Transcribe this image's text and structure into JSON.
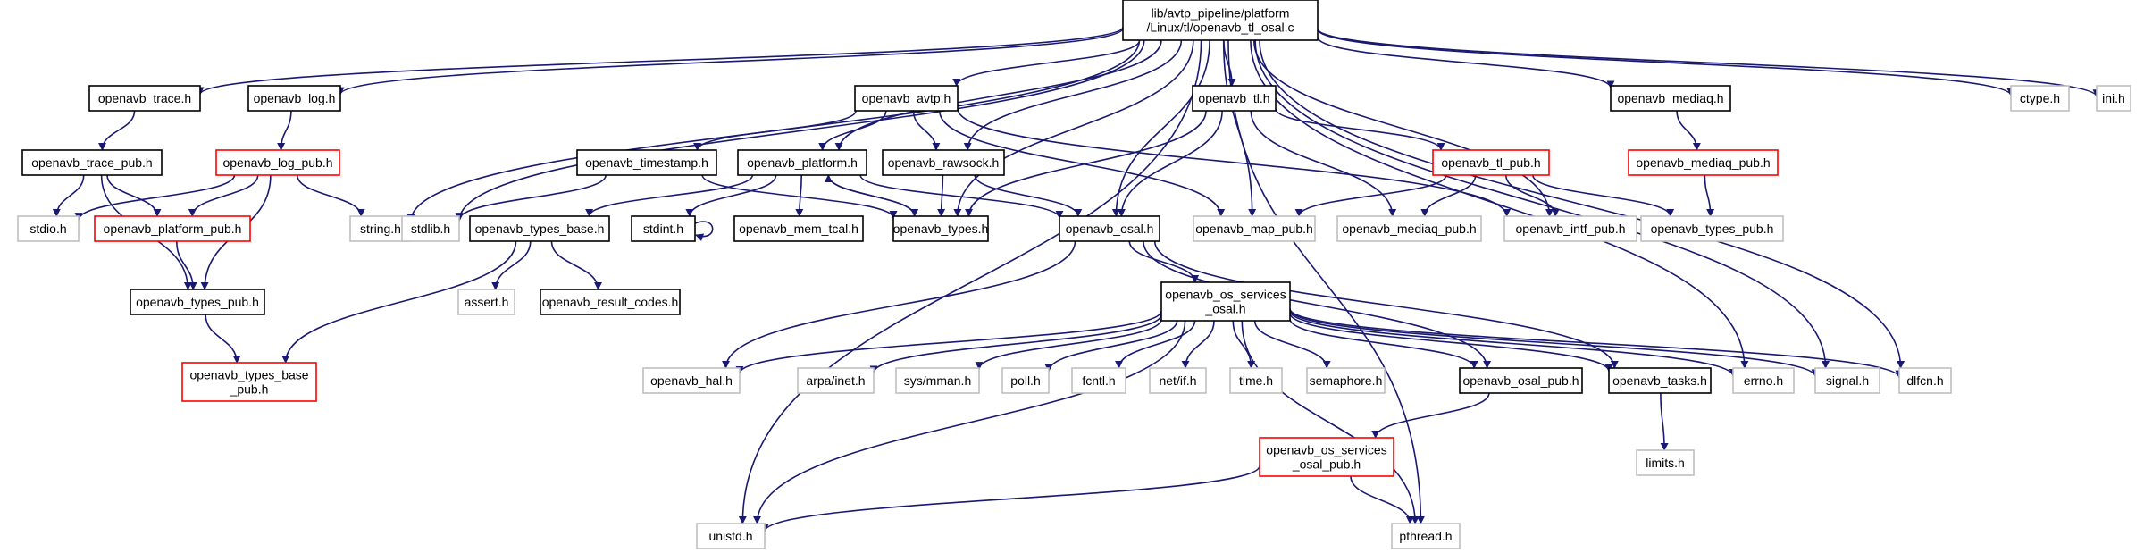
{
  "colors": {
    "edge": "#191970",
    "border_plain": "#000000",
    "border_truncated": "#ff0000",
    "border_external": "#bfbfbf",
    "root_fill": "#bfbfbf",
    "text": "#000000"
  },
  "nodes": [
    {
      "id": "root",
      "lines": [
        "lib/avtp_pipeline/platform",
        "/Linux/tl/openavb_tl_osal.c"
      ],
      "style": "root"
    },
    {
      "id": "trace",
      "lines": [
        "openavb_trace.h"
      ],
      "style": "plain"
    },
    {
      "id": "log",
      "lines": [
        "openavb_log.h"
      ],
      "style": "plain"
    },
    {
      "id": "avtp",
      "lines": [
        "openavb_avtp.h"
      ],
      "style": "plain"
    },
    {
      "id": "tl",
      "lines": [
        "openavb_tl.h"
      ],
      "style": "plain"
    },
    {
      "id": "mediaq",
      "lines": [
        "openavb_mediaq.h"
      ],
      "style": "plain"
    },
    {
      "id": "ctype",
      "lines": [
        "ctype.h"
      ],
      "style": "external"
    },
    {
      "id": "ini",
      "lines": [
        "ini.h"
      ],
      "style": "external"
    },
    {
      "id": "trace_pub",
      "lines": [
        "openavb_trace_pub.h"
      ],
      "style": "plain"
    },
    {
      "id": "log_pub",
      "lines": [
        "openavb_log_pub.h"
      ],
      "style": "truncated"
    },
    {
      "id": "timestamp",
      "lines": [
        "openavb_timestamp.h"
      ],
      "style": "plain"
    },
    {
      "id": "platform",
      "lines": [
        "openavb_platform.h"
      ],
      "style": "plain"
    },
    {
      "id": "rawsock",
      "lines": [
        "openavb_rawsock.h"
      ],
      "style": "plain"
    },
    {
      "id": "tl_pub",
      "lines": [
        "openavb_tl_pub.h"
      ],
      "style": "truncated"
    },
    {
      "id": "mediaq_pub",
      "lines": [
        "openavb_mediaq_pub.h"
      ],
      "style": "truncated"
    },
    {
      "id": "stdio",
      "lines": [
        "stdio.h"
      ],
      "style": "external"
    },
    {
      "id": "platform_pub",
      "lines": [
        "openavb_platform_pub.h"
      ],
      "style": "truncated"
    },
    {
      "id": "string",
      "lines": [
        "string.h"
      ],
      "style": "external"
    },
    {
      "id": "stdlib",
      "lines": [
        "stdlib.h"
      ],
      "style": "external"
    },
    {
      "id": "types_base",
      "lines": [
        "openavb_types_base.h"
      ],
      "style": "plain"
    },
    {
      "id": "stdint",
      "lines": [
        "stdint.h"
      ],
      "style": "plain"
    },
    {
      "id": "mem_tcal",
      "lines": [
        "openavb_mem_tcal.h"
      ],
      "style": "plain"
    },
    {
      "id": "types",
      "lines": [
        "openavb_types.h"
      ],
      "style": "plain"
    },
    {
      "id": "osal",
      "lines": [
        "openavb_osal.h"
      ],
      "style": "plain"
    },
    {
      "id": "map_pub",
      "lines": [
        "openavb_map_pub.h"
      ],
      "style": "external"
    },
    {
      "id": "mediaq_pub2",
      "lines": [
        "openavb_mediaq_pub.h"
      ],
      "style": "external"
    },
    {
      "id": "intf_pub",
      "lines": [
        "openavb_intf_pub.h"
      ],
      "style": "external"
    },
    {
      "id": "types_pub2",
      "lines": [
        "openavb_types_pub.h"
      ],
      "style": "external"
    },
    {
      "id": "types_pub",
      "lines": [
        "openavb_types_pub.h"
      ],
      "style": "plain"
    },
    {
      "id": "assert",
      "lines": [
        "assert.h"
      ],
      "style": "external"
    },
    {
      "id": "result_codes",
      "lines": [
        "openavb_result_codes.h"
      ],
      "style": "plain"
    },
    {
      "id": "os_services",
      "lines": [
        "openavb_os_services",
        "_osal.h"
      ],
      "style": "plain"
    },
    {
      "id": "types_base_pub",
      "lines": [
        "openavb_types_base",
        "_pub.h"
      ],
      "style": "truncated"
    },
    {
      "id": "hal",
      "lines": [
        "openavb_hal.h"
      ],
      "style": "external"
    },
    {
      "id": "arpa",
      "lines": [
        "arpa/inet.h"
      ],
      "style": "external"
    },
    {
      "id": "mman",
      "lines": [
        "sys/mman.h"
      ],
      "style": "external"
    },
    {
      "id": "poll",
      "lines": [
        "poll.h"
      ],
      "style": "external"
    },
    {
      "id": "fcntl",
      "lines": [
        "fcntl.h"
      ],
      "style": "external"
    },
    {
      "id": "netif",
      "lines": [
        "net/if.h"
      ],
      "style": "external"
    },
    {
      "id": "time",
      "lines": [
        "time.h"
      ],
      "style": "external"
    },
    {
      "id": "semaphore",
      "lines": [
        "semaphore.h"
      ],
      "style": "external"
    },
    {
      "id": "osal_pub",
      "lines": [
        "openavb_osal_pub.h"
      ],
      "style": "plain"
    },
    {
      "id": "tasks",
      "lines": [
        "openavb_tasks.h"
      ],
      "style": "plain"
    },
    {
      "id": "errno",
      "lines": [
        "errno.h"
      ],
      "style": "external"
    },
    {
      "id": "signal",
      "lines": [
        "signal.h"
      ],
      "style": "external"
    },
    {
      "id": "dlfcn",
      "lines": [
        "dlfcn.h"
      ],
      "style": "external"
    },
    {
      "id": "limits",
      "lines": [
        "limits.h"
      ],
      "style": "external"
    },
    {
      "id": "os_services_pub",
      "lines": [
        "openavb_os_services",
        "_osal_pub.h"
      ],
      "style": "truncated"
    },
    {
      "id": "unistd",
      "lines": [
        "unistd.h"
      ],
      "style": "external"
    },
    {
      "id": "pthread",
      "lines": [
        "pthread.h"
      ],
      "style": "external"
    }
  ],
  "edges": [
    [
      "root",
      "trace"
    ],
    [
      "root",
      "log"
    ],
    [
      "root",
      "avtp"
    ],
    [
      "root",
      "tl"
    ],
    [
      "root",
      "mediaq"
    ],
    [
      "root",
      "ctype"
    ],
    [
      "root",
      "ini"
    ],
    [
      "root",
      "string"
    ],
    [
      "root",
      "stdlib"
    ],
    [
      "root",
      "platform"
    ],
    [
      "root",
      "rawsock"
    ],
    [
      "root",
      "types"
    ],
    [
      "root",
      "osal"
    ],
    [
      "root",
      "map_pub"
    ],
    [
      "root",
      "intf_pub"
    ],
    [
      "root",
      "errno"
    ],
    [
      "root",
      "signal"
    ],
    [
      "root",
      "dlfcn"
    ],
    [
      "root",
      "pthread"
    ],
    [
      "root",
      "unistd"
    ],
    [
      "trace",
      "trace_pub"
    ],
    [
      "trace_pub",
      "stdio"
    ],
    [
      "trace_pub",
      "platform_pub"
    ],
    [
      "trace_pub",
      "types_pub"
    ],
    [
      "log",
      "log_pub"
    ],
    [
      "log_pub",
      "stdio"
    ],
    [
      "log_pub",
      "platform_pub"
    ],
    [
      "log_pub",
      "string"
    ],
    [
      "log_pub",
      "types_pub"
    ],
    [
      "platform_pub",
      "types_pub"
    ],
    [
      "types_pub",
      "types_base_pub"
    ],
    [
      "avtp",
      "timestamp"
    ],
    [
      "avtp",
      "platform"
    ],
    [
      "avtp",
      "rawsock"
    ],
    [
      "avtp",
      "map_pub"
    ],
    [
      "avtp",
      "intf_pub"
    ],
    [
      "timestamp",
      "stdlib"
    ],
    [
      "timestamp",
      "types"
    ],
    [
      "platform",
      "types_base"
    ],
    [
      "platform",
      "stdint"
    ],
    [
      "platform",
      "mem_tcal"
    ],
    [
      "platform",
      "types"
    ],
    [
      "platform",
      "osal"
    ],
    [
      "stdint",
      "stdint"
    ],
    [
      "types",
      "platform"
    ],
    [
      "types_base",
      "assert"
    ],
    [
      "types_base",
      "result_codes"
    ],
    [
      "types_base",
      "types_base_pub"
    ],
    [
      "rawsock",
      "types"
    ],
    [
      "rawsock",
      "osal"
    ],
    [
      "tl",
      "types"
    ],
    [
      "tl",
      "osal"
    ],
    [
      "tl",
      "mediaq_pub2"
    ],
    [
      "tl",
      "tl_pub"
    ],
    [
      "tl_pub",
      "map_pub"
    ],
    [
      "tl_pub",
      "mediaq_pub2"
    ],
    [
      "tl_pub",
      "intf_pub"
    ],
    [
      "tl_pub",
      "types_pub2"
    ],
    [
      "mediaq",
      "mediaq_pub"
    ],
    [
      "mediaq_pub",
      "types_pub2"
    ],
    [
      "osal",
      "os_services"
    ],
    [
      "osal",
      "hal"
    ],
    [
      "osal",
      "osal_pub"
    ],
    [
      "osal",
      "tasks"
    ],
    [
      "os_services",
      "hal"
    ],
    [
      "os_services",
      "arpa"
    ],
    [
      "os_services",
      "mman"
    ],
    [
      "os_services",
      "poll"
    ],
    [
      "os_services",
      "fcntl"
    ],
    [
      "os_services",
      "netif"
    ],
    [
      "os_services",
      "time"
    ],
    [
      "os_services",
      "semaphore"
    ],
    [
      "os_services",
      "osal_pub"
    ],
    [
      "os_services",
      "tasks"
    ],
    [
      "os_services",
      "errno"
    ],
    [
      "os_services",
      "signal"
    ],
    [
      "os_services",
      "dlfcn"
    ],
    [
      "os_services",
      "unistd"
    ],
    [
      "os_services",
      "pthread"
    ],
    [
      "osal_pub",
      "os_services_pub"
    ],
    [
      "tasks",
      "limits"
    ],
    [
      "os_services_pub",
      "unistd"
    ],
    [
      "os_services_pub",
      "pthread"
    ]
  ]
}
